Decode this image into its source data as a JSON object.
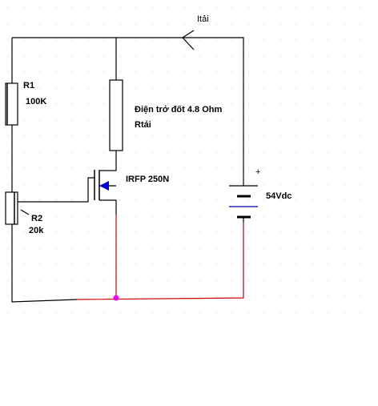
{
  "colors": {
    "wire": "#000000",
    "ground_wire": "#cc0000",
    "junction": "#ff00ff",
    "mosfet_arrow": "#0000cc",
    "background": "#ffffff"
  },
  "labels": {
    "current": "Itải",
    "r1_name": "R1",
    "r1_value": "100K",
    "r2_name": "R2",
    "r2_value": "20k",
    "load_desc": "Điện trở đốt  4.8 Ohm",
    "load_name": "Rtải",
    "mosfet": "IRFP 250N",
    "battery_plus": "+",
    "battery_value": "54Vdc"
  },
  "icons": {
    "current_arrow": "arrow-left-icon",
    "battery": "battery-icon",
    "resistor": "resistor-icon",
    "potentiometer": "potentiometer-icon",
    "mosfet": "n-mosfet-icon"
  }
}
